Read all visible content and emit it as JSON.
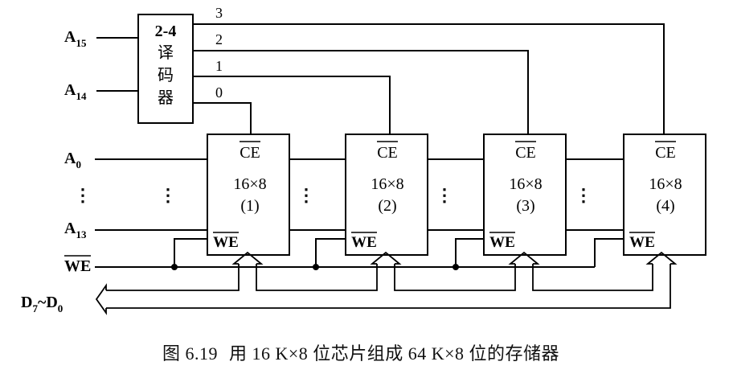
{
  "decoder": {
    "title": "2-4",
    "label_chars": [
      "译",
      "码",
      "器"
    ],
    "inputs": [
      "A15",
      "A14"
    ],
    "outputs": [
      "3",
      "2",
      "1",
      "0"
    ]
  },
  "address_lines": {
    "first": "A0",
    "last": "A13",
    "ellipsis": "⋮"
  },
  "we_line": "WE",
  "data_bus": "D7~D0",
  "chips": [
    {
      "ce": "CE",
      "size": "16×8",
      "index": "(1)",
      "we": "WE"
    },
    {
      "ce": "CE",
      "size": "16×8",
      "index": "(2)",
      "we": "WE"
    },
    {
      "ce": "CE",
      "size": "16×8",
      "index": "(3)",
      "we": "WE"
    },
    {
      "ce": "CE",
      "size": "16×8",
      "index": "(4)",
      "we": "WE"
    }
  ],
  "caption": {
    "number": "图 6.19",
    "text": "用 16 K×8 位芯片组成 64 K×8 位的存储器"
  }
}
